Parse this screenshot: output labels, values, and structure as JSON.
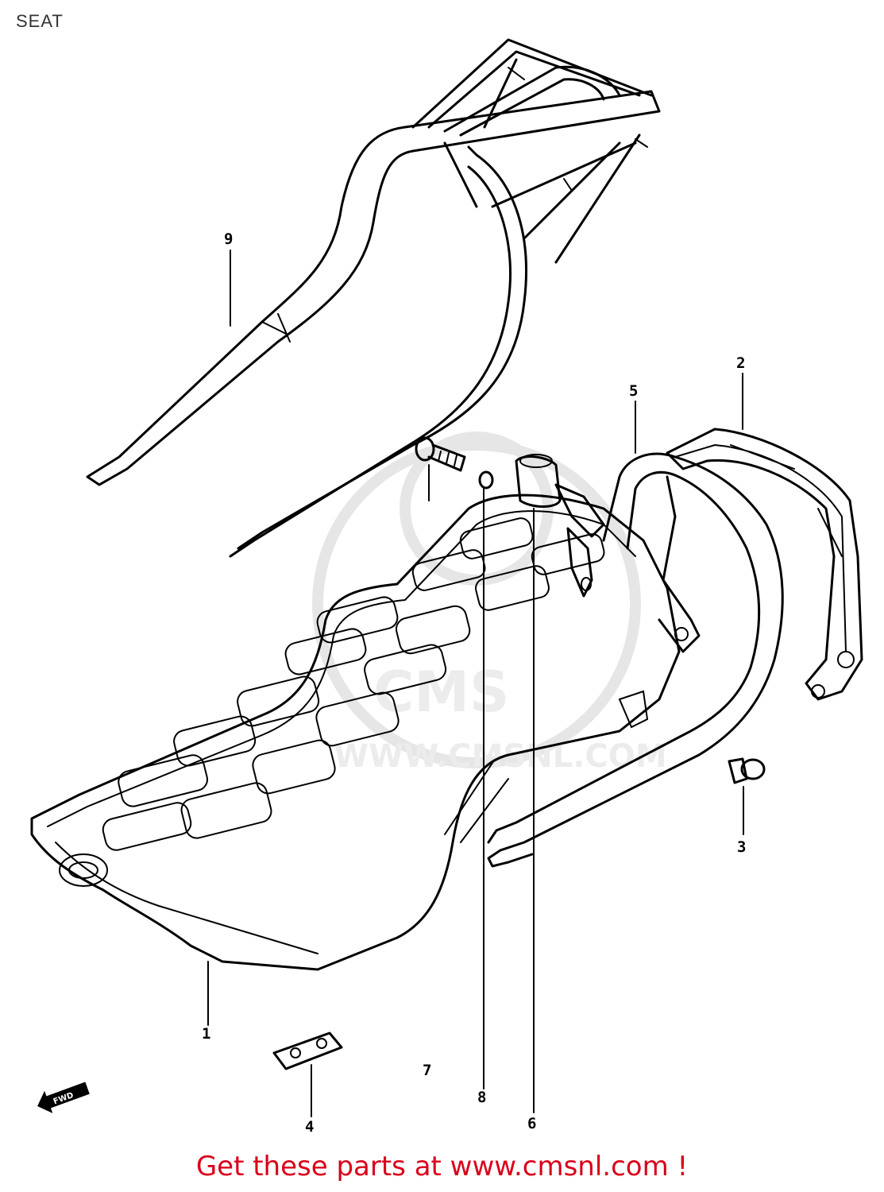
{
  "title": "SEAT",
  "callouts": [
    "9",
    "2",
    "5",
    "3",
    "1",
    "7",
    "8",
    "4",
    "6"
  ],
  "fwd_label": "FWD",
  "footer": {
    "text": "Get these parts at www.cmsnl.com !",
    "color": "#d9001b"
  },
  "watermark": {
    "brand": "CMS",
    "url": "WWW.CMSNL.COM"
  }
}
